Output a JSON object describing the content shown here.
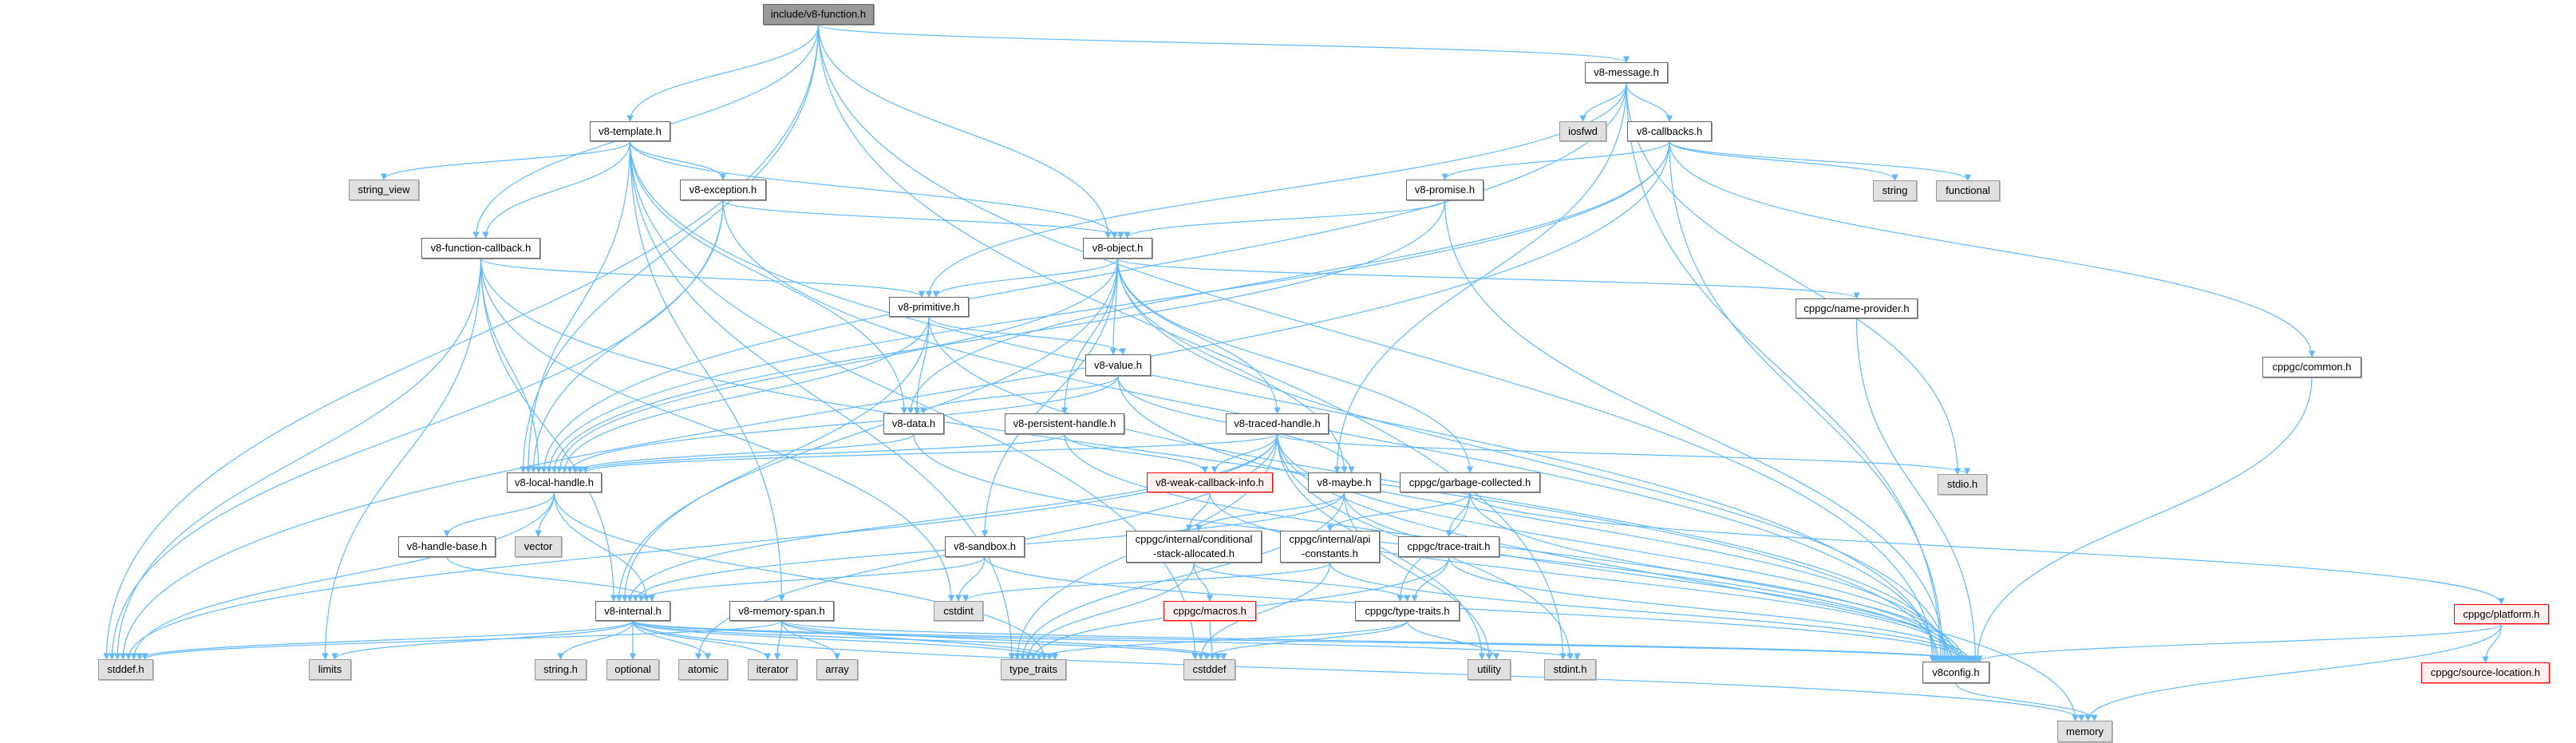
{
  "graph": {
    "title": "include/v8-function.h",
    "colors": {
      "edge": "#63b8ff",
      "root_fill": "#999999",
      "system_fill": "#e0e0e0",
      "missing_border": "#ff0000"
    },
    "nodes": [
      {
        "id": "root",
        "label": "include/v8-function.h",
        "kind": "root"
      },
      {
        "id": "template",
        "label": "v8-template.h",
        "kind": "file"
      },
      {
        "id": "string_view",
        "label": "string_view",
        "kind": "system"
      },
      {
        "id": "exception",
        "label": "v8-exception.h",
        "kind": "file"
      },
      {
        "id": "fcallback",
        "label": "v8-function-callback.h",
        "kind": "file"
      },
      {
        "id": "local",
        "label": "v8-local-handle.h",
        "kind": "file"
      },
      {
        "id": "handlebase",
        "label": "v8-handle-base.h",
        "kind": "file"
      },
      {
        "id": "vector",
        "label": "vector",
        "kind": "system"
      },
      {
        "id": "internal",
        "label": "v8-internal.h",
        "kind": "file"
      },
      {
        "id": "memspan",
        "label": "v8-memory-span.h",
        "kind": "file"
      },
      {
        "id": "stddef",
        "label": "stddef.h",
        "kind": "system"
      },
      {
        "id": "limits",
        "label": "limits",
        "kind": "system"
      },
      {
        "id": "stringh",
        "label": "string.h",
        "kind": "system"
      },
      {
        "id": "optional",
        "label": "optional",
        "kind": "system"
      },
      {
        "id": "atomic",
        "label": "atomic",
        "kind": "system"
      },
      {
        "id": "iterator",
        "label": "iterator",
        "kind": "system"
      },
      {
        "id": "array",
        "label": "array",
        "kind": "system"
      },
      {
        "id": "message",
        "label": "v8-message.h",
        "kind": "file"
      },
      {
        "id": "iosfwd",
        "label": "iosfwd",
        "kind": "system"
      },
      {
        "id": "callbacks",
        "label": "v8-callbacks.h",
        "kind": "file"
      },
      {
        "id": "promise",
        "label": "v8-promise.h",
        "kind": "file"
      },
      {
        "id": "object",
        "label": "v8-object.h",
        "kind": "file"
      },
      {
        "id": "primitive",
        "label": "v8-primitive.h",
        "kind": "file"
      },
      {
        "id": "value",
        "label": "v8-value.h",
        "kind": "file"
      },
      {
        "id": "data",
        "label": "v8-data.h",
        "kind": "file"
      },
      {
        "id": "persistent",
        "label": "v8-persistent-handle.h",
        "kind": "file"
      },
      {
        "id": "traced",
        "label": "v8-traced-handle.h",
        "kind": "file"
      },
      {
        "id": "weak",
        "label": "v8-weak-callback-info.h",
        "kind": "missing"
      },
      {
        "id": "maybe",
        "label": "v8-maybe.h",
        "kind": "file"
      },
      {
        "id": "gc",
        "label": "cppgc/garbage-collected.h",
        "kind": "file"
      },
      {
        "id": "sandbox",
        "label": "v8-sandbox.h",
        "kind": "file"
      },
      {
        "id": "conditional",
        "label": "cppgc/internal/conditional\n-stack-allocated.h",
        "kind": "file"
      },
      {
        "id": "apiconst",
        "label": "cppgc/internal/api\n-constants.h",
        "kind": "file"
      },
      {
        "id": "tracetrait",
        "label": "cppgc/trace-trait.h",
        "kind": "file"
      },
      {
        "id": "cstdint",
        "label": "cstdint",
        "kind": "system"
      },
      {
        "id": "macros",
        "label": "cppgc/macros.h",
        "kind": "missing"
      },
      {
        "id": "typetraits",
        "label": "cppgc/type-traits.h",
        "kind": "file"
      },
      {
        "id": "type_traits",
        "label": "type_traits",
        "kind": "system"
      },
      {
        "id": "cstddef",
        "label": "cstddef",
        "kind": "system"
      },
      {
        "id": "utility",
        "label": "utility",
        "kind": "system"
      },
      {
        "id": "stdint",
        "label": "stdint.h",
        "kind": "system"
      },
      {
        "id": "string",
        "label": "string",
        "kind": "system"
      },
      {
        "id": "functional",
        "label": "functional",
        "kind": "system"
      },
      {
        "id": "nameprov",
        "label": "cppgc/name-provider.h",
        "kind": "file"
      },
      {
        "id": "common",
        "label": "cppgc/common.h",
        "kind": "file"
      },
      {
        "id": "stdio",
        "label": "stdio.h",
        "kind": "system"
      },
      {
        "id": "v8config",
        "label": "v8config.h",
        "kind": "file"
      },
      {
        "id": "platform",
        "label": "cppgc/platform.h",
        "kind": "missing"
      },
      {
        "id": "sourceloc",
        "label": "cppgc/source-location.h",
        "kind": "missing"
      },
      {
        "id": "memory",
        "label": "memory",
        "kind": "system"
      }
    ],
    "edges": [
      [
        "root",
        "template"
      ],
      [
        "root",
        "message"
      ],
      [
        "root",
        "object"
      ],
      [
        "root",
        "fcallback"
      ],
      [
        "root",
        "local"
      ],
      [
        "root",
        "stddef"
      ],
      [
        "root",
        "v8config"
      ],
      [
        "root",
        "stdint"
      ],
      [
        "template",
        "string_view"
      ],
      [
        "template",
        "exception"
      ],
      [
        "template",
        "fcallback"
      ],
      [
        "template",
        "object"
      ],
      [
        "template",
        "local"
      ],
      [
        "template",
        "data"
      ],
      [
        "template",
        "memspan"
      ],
      [
        "template",
        "v8config"
      ],
      [
        "template",
        "type_traits"
      ],
      [
        "template",
        "cstddef"
      ],
      [
        "exception",
        "object"
      ],
      [
        "exception",
        "local"
      ],
      [
        "exception",
        "v8config"
      ],
      [
        "exception",
        "stddef"
      ],
      [
        "fcallback",
        "local"
      ],
      [
        "fcallback",
        "primitive"
      ],
      [
        "fcallback",
        "internal"
      ],
      [
        "fcallback",
        "limits"
      ],
      [
        "fcallback",
        "stddef"
      ],
      [
        "fcallback",
        "v8config"
      ],
      [
        "fcallback",
        "cstdint"
      ],
      [
        "message",
        "iosfwd"
      ],
      [
        "message",
        "callbacks"
      ],
      [
        "message",
        "primitive"
      ],
      [
        "message",
        "local"
      ],
      [
        "message",
        "maybe"
      ],
      [
        "message",
        "stdio"
      ],
      [
        "message",
        "v8config"
      ],
      [
        "callbacks",
        "string"
      ],
      [
        "callbacks",
        "functional"
      ],
      [
        "callbacks",
        "promise"
      ],
      [
        "callbacks",
        "local"
      ],
      [
        "callbacks",
        "data"
      ],
      [
        "callbacks",
        "stddef"
      ],
      [
        "callbacks",
        "common"
      ],
      [
        "callbacks",
        "v8config"
      ],
      [
        "promise",
        "object"
      ],
      [
        "promise",
        "local"
      ],
      [
        "promise",
        "v8config"
      ],
      [
        "object",
        "primitive"
      ],
      [
        "object",
        "value"
      ],
      [
        "object",
        "local"
      ],
      [
        "object",
        "persistent"
      ],
      [
        "object",
        "traced"
      ],
      [
        "object",
        "maybe"
      ],
      [
        "object",
        "internal"
      ],
      [
        "object",
        "sandbox"
      ],
      [
        "object",
        "nameprov"
      ],
      [
        "object",
        "gc"
      ],
      [
        "object",
        "v8config"
      ],
      [
        "primitive",
        "value"
      ],
      [
        "primitive",
        "data"
      ],
      [
        "primitive",
        "local"
      ],
      [
        "primitive",
        "internal"
      ],
      [
        "primitive",
        "v8config"
      ],
      [
        "value",
        "data"
      ],
      [
        "value",
        "local"
      ],
      [
        "value",
        "maybe"
      ],
      [
        "value",
        "v8config"
      ],
      [
        "data",
        "local"
      ],
      [
        "data",
        "v8config"
      ],
      [
        "persistent",
        "local"
      ],
      [
        "persistent",
        "weak"
      ],
      [
        "persistent",
        "v8config"
      ],
      [
        "traced",
        "weak"
      ],
      [
        "traced",
        "local"
      ],
      [
        "traced",
        "internal"
      ],
      [
        "traced",
        "stddef"
      ],
      [
        "traced",
        "atomic"
      ],
      [
        "traced",
        "type_traits"
      ],
      [
        "traced",
        "utility"
      ],
      [
        "traced",
        "stdint"
      ],
      [
        "traced",
        "stdio"
      ],
      [
        "traced",
        "memory"
      ],
      [
        "traced",
        "v8config"
      ],
      [
        "weak",
        "conditional"
      ],
      [
        "weak",
        "v8config"
      ],
      [
        "maybe",
        "conditional"
      ],
      [
        "maybe",
        "internal"
      ],
      [
        "maybe",
        "type_traits"
      ],
      [
        "maybe",
        "utility"
      ],
      [
        "maybe",
        "v8config"
      ],
      [
        "gc",
        "apiconst"
      ],
      [
        "gc",
        "tracetrait"
      ],
      [
        "gc",
        "typetraits"
      ],
      [
        "gc",
        "platform"
      ],
      [
        "gc",
        "v8config"
      ],
      [
        "sandbox",
        "cstdint"
      ],
      [
        "sandbox",
        "internal"
      ],
      [
        "sandbox",
        "v8config"
      ],
      [
        "conditional",
        "macros"
      ],
      [
        "conditional",
        "type_traits"
      ],
      [
        "conditional",
        "typetraits"
      ],
      [
        "apiconst",
        "cstdint"
      ],
      [
        "apiconst",
        "cstddef"
      ],
      [
        "apiconst",
        "v8config"
      ],
      [
        "tracetrait",
        "typetraits"
      ],
      [
        "tracetrait",
        "type_traits"
      ],
      [
        "tracetrait",
        "v8config"
      ],
      [
        "typetraits",
        "cstddef"
      ],
      [
        "typetraits",
        "utility"
      ],
      [
        "typetraits",
        "type_traits"
      ],
      [
        "macros",
        "cstddef"
      ],
      [
        "local",
        "handlebase"
      ],
      [
        "local",
        "vector"
      ],
      [
        "local",
        "internal"
      ],
      [
        "local",
        "stddef"
      ],
      [
        "local",
        "type_traits"
      ],
      [
        "handlebase",
        "internal"
      ],
      [
        "internal",
        "stddef"
      ],
      [
        "internal",
        "limits"
      ],
      [
        "internal",
        "stringh"
      ],
      [
        "internal",
        "optional"
      ],
      [
        "internal",
        "atomic"
      ],
      [
        "internal",
        "iterator"
      ],
      [
        "internal",
        "memory"
      ],
      [
        "internal",
        "stdint"
      ],
      [
        "internal",
        "type_traits"
      ],
      [
        "internal",
        "cstddef"
      ],
      [
        "internal",
        "v8config"
      ],
      [
        "memspan",
        "array"
      ],
      [
        "memspan",
        "iterator"
      ],
      [
        "memspan",
        "stddef"
      ],
      [
        "memspan",
        "type_traits"
      ],
      [
        "memspan",
        "v8config"
      ],
      [
        "memspan",
        "cstddef"
      ],
      [
        "nameprov",
        "v8config"
      ],
      [
        "common",
        "v8config"
      ],
      [
        "platform",
        "sourceloc"
      ],
      [
        "platform",
        "memory"
      ],
      [
        "platform",
        "v8config"
      ],
      [
        "v8config",
        "memory"
      ]
    ]
  }
}
